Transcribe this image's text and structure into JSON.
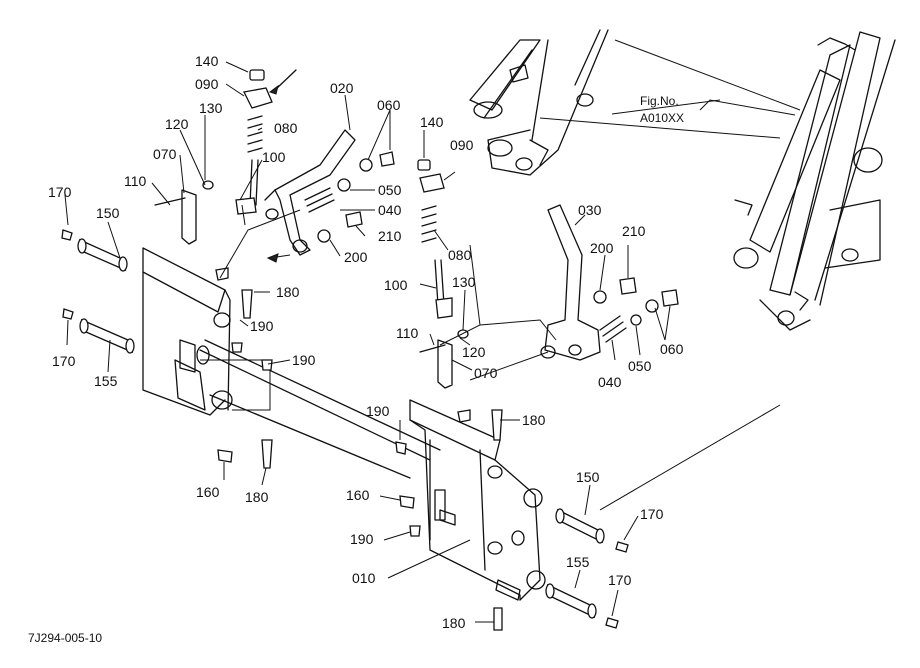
{
  "figure": {
    "fig_no_label": "Fig.No.",
    "fig_no_value": "A010XX",
    "drawing_code": "7J294-005-10"
  },
  "callouts": {
    "c140_l": "140",
    "c090_l": "090",
    "c130_l": "130",
    "c080_l": "080",
    "c120_l": "120",
    "c070_l": "070",
    "c100_l": "100",
    "c110_l": "110",
    "c020": "020",
    "c060_top": "060",
    "c050_top": "050",
    "c040_top": "040",
    "c210_top": "210",
    "c200_top": "200",
    "c170_a": "170",
    "c150_a": "150",
    "c170_b": "170",
    "c155_a": "155",
    "c180_a": "180",
    "c190_a": "190",
    "c190_b": "190",
    "c160_a": "160",
    "c180_b": "180",
    "c140_r": "140",
    "c090_r": "090",
    "c080_r": "080",
    "c100_r": "100",
    "c130_r": "130",
    "c110_r": "110",
    "c120_r": "120",
    "c070_r": "070",
    "c030": "030",
    "c200_r": "200",
    "c210_r": "210",
    "c040_r": "040",
    "c050_r": "050",
    "c060_r": "060",
    "c190_c": "190",
    "c180_c": "180",
    "c160_b": "160",
    "c190_d": "190",
    "c010": "010",
    "c150_b": "150",
    "c170_c": "170",
    "c155_b": "155",
    "c170_d": "170",
    "c180_d": "180"
  }
}
